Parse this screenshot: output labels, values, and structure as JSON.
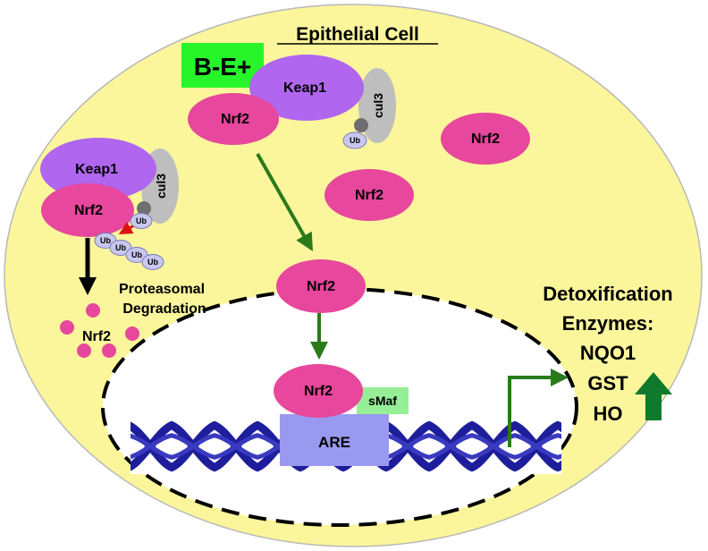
{
  "title": "Epithelial Cell",
  "be_label": "B-E+",
  "top_complex": {
    "keap1": "Keap1",
    "nrf2": "Nrf2",
    "cul3": "cul3",
    "ub": "Ub"
  },
  "left_complex": {
    "keap1": "Keap1",
    "nrf2": "Nrf2",
    "cul3": "cul3",
    "ub": [
      "Ub",
      "Ub",
      "Ub",
      "Ub",
      "Ub"
    ]
  },
  "free_nrf2": [
    "Nrf2",
    "Nrf2"
  ],
  "moving_nrf2": "Nrf2",
  "degradation": {
    "line1": "Proteasomal",
    "line2": "Degradation",
    "fragments_label": "Nrf2"
  },
  "nucleus": {
    "nrf2": "Nrf2",
    "smaf": "sMaf",
    "are": "ARE"
  },
  "output": {
    "line1": "Detoxification",
    "line2": "Enzymes:",
    "enzymes": [
      "NQO1",
      "GST",
      "HO"
    ]
  },
  "colors": {
    "cell": "#fbf69c",
    "keap1": "#b066ee",
    "nrf2": "#e7479c",
    "cul3": "#bebebe",
    "ub": "#c8c8ee",
    "be_box": "#27f52a",
    "smaf": "#96ee96",
    "are": "#9999f0",
    "dna": "#1e1e9c",
    "arrow_green": "#2a7a1a",
    "up_arrow": "#0f7a2e",
    "arrow_black": "#000000",
    "arrow_red": "#dd1111"
  }
}
